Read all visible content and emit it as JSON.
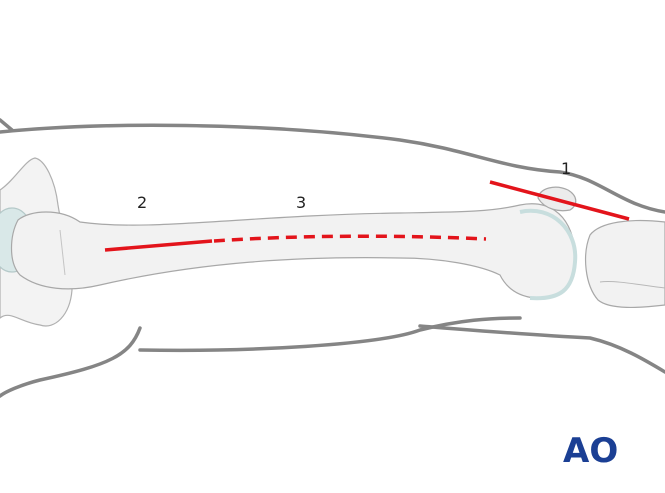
{
  "labels": {
    "approach_1": "1",
    "approach_2": "2",
    "approach_3": "3"
  },
  "logo": {
    "text": "AO",
    "color": "#1b3f94"
  },
  "colors": {
    "incision": "#e3141b",
    "outline": "#858585",
    "bone_fill": "#f2f2f2",
    "bone_stroke": "#a8a8a8",
    "cartilage": "#d4e6e6"
  }
}
